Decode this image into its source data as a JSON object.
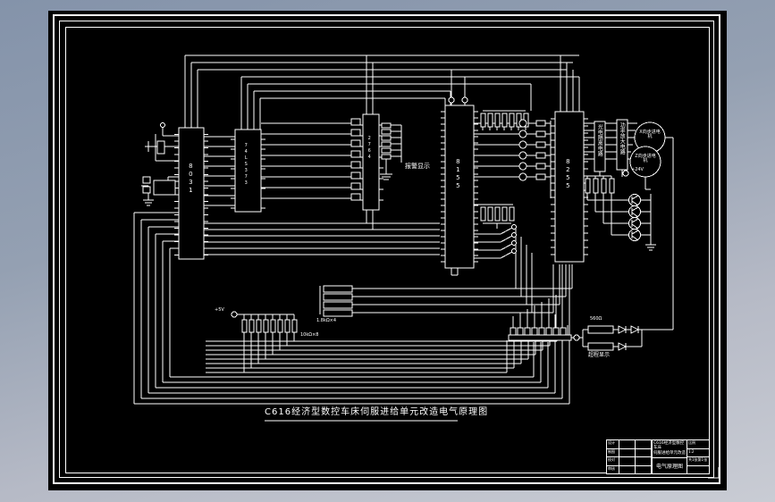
{
  "drawing": {
    "title": "C616经济型数控车床伺服进给单元改造电气原理图",
    "ics": {
      "cpu": "8031",
      "latch": "74LS373",
      "eprom": "2764",
      "io_left": "8155",
      "io_right": "8255"
    },
    "driver_boxes": {
      "opto": "光电隔离电路",
      "power": "功率放大电路"
    },
    "motors": {
      "x_motor": "X向步进电机",
      "z_motor": "Z向步进电机"
    },
    "annotations": {
      "alarm_display": "报警显示",
      "overtravel_display": "超程显示",
      "resistor_560": "560Ω",
      "pullup_resistors": "10kΩ×8",
      "quad_resistors": "1.8kΩ×4",
      "supply_24v": "+24V",
      "supply_5v": "+5V"
    }
  },
  "title_block": {
    "rows": [
      {
        "label": "设计"
      },
      {
        "label": "制图"
      },
      {
        "label": "校对"
      },
      {
        "label": "审核"
      }
    ],
    "project": "C616经济型数控车床",
    "subtitle": "伺服进给单元改造",
    "drawing_name": "电气原理图",
    "scale_label": "比例",
    "scale_value": "1:2",
    "sheet_info": "共1张第1张"
  }
}
